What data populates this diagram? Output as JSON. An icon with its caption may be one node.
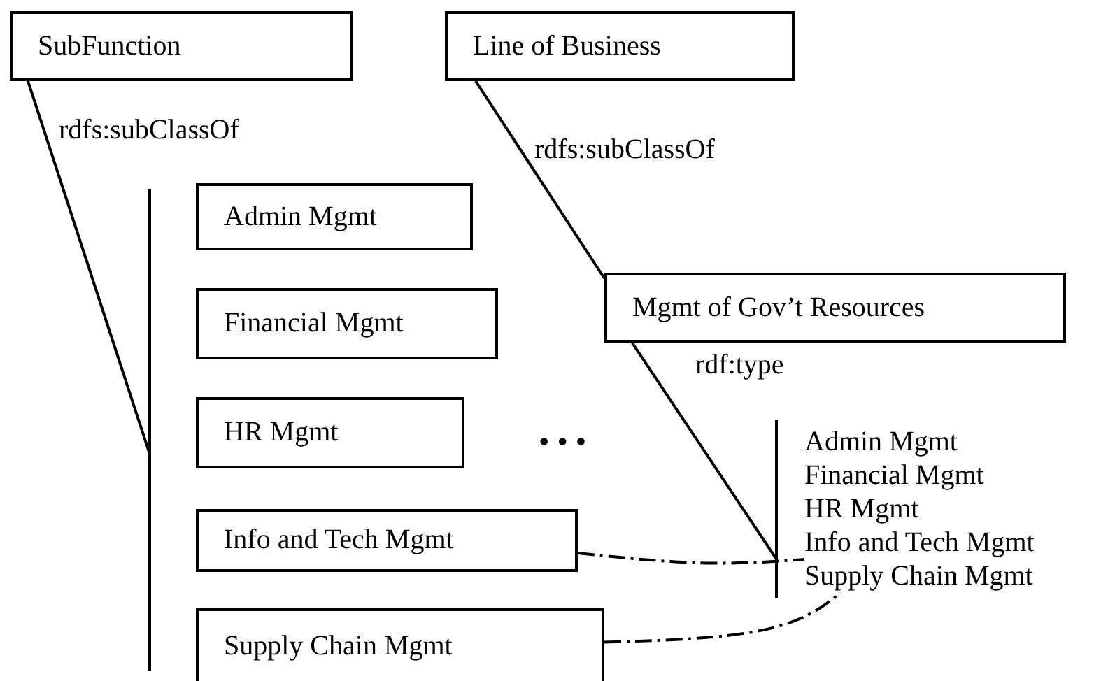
{
  "diagram": {
    "nodes": [
      {
        "text": [
          "SubFunction"
        ]
      },
      {
        "text": [
          "Line of Business"
        ]
      },
      {
        "text": [
          "Mgmt of Gov’t Resources"
        ]
      },
      {
        "text": [],
        "shape": "bar"
      },
      {
        "text": [
          "Admin Mgmt"
        ]
      },
      {
        "text": [
          "Financial Mgmt"
        ]
      },
      {
        "text": [
          "HR Mgmt"
        ]
      },
      {
        "text": [
          "Info and Tech Mgmt"
        ]
      },
      {
        "text": [
          "Supply Chain Mgmt"
        ]
      },
      {
        "text": [],
        "shape": "bar"
      },
      {
        "text": [
          "Admin Mgmt"
        ]
      },
      {
        "text": [
          "Financial Mgmt"
        ]
      },
      {
        "text": [
          "HR Mgmt"
        ]
      },
      {
        "text": [
          "Info and Tech Mgmt"
        ]
      },
      {
        "text": [
          "Supply Chain Mgmt"
        ]
      }
    ],
    "edges": [
      {
        "from": 0,
        "to": 3,
        "arrow": "none",
        "label": "rdfs:subClassOf"
      },
      {
        "from": 1,
        "to": 2,
        "arrow": "none",
        "label": "rdfs:subClassOf"
      },
      {
        "from": 2,
        "to": 9,
        "arrow": "none",
        "label": "rdf:type"
      },
      {
        "from": 7,
        "to": 13,
        "arrow": "none",
        "style": "dashed"
      },
      {
        "from": 8,
        "to": 14,
        "arrow": "none",
        "style": "dashed"
      }
    ],
    "labels": [
      "• • •"
    ]
  }
}
